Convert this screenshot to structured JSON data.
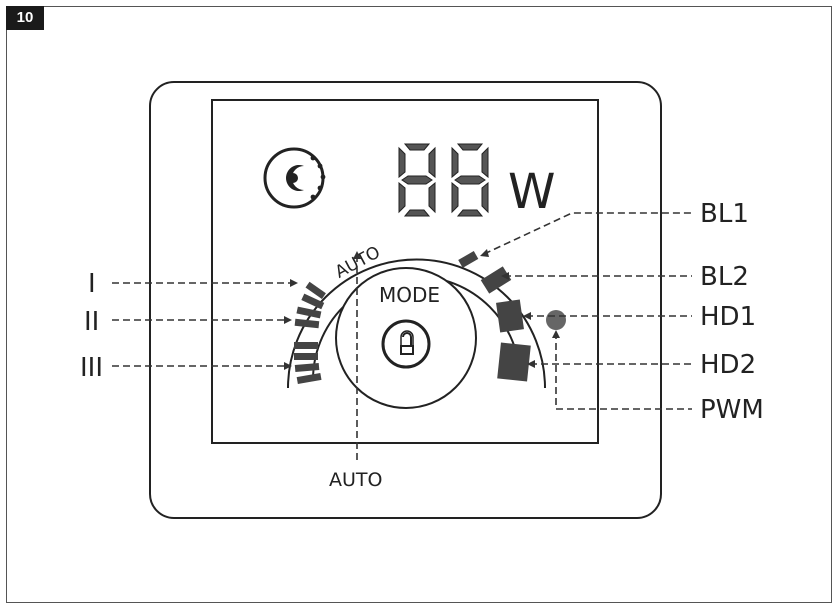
{
  "figure_number": "10",
  "display": {
    "power_digits": "88",
    "power_unit": "W",
    "mode_label": "MODE",
    "arc_label": "AUTO"
  },
  "callouts": {
    "left": [
      "I",
      "II",
      "III"
    ],
    "bottom": "AUTO",
    "right": [
      "BL1",
      "BL2",
      "HD1",
      "HD2",
      "PWM"
    ]
  },
  "icons": {
    "night": "moon-stars-icon",
    "mode_button": "touch-finger-icon",
    "pwm_indicator": "led-dot-icon"
  }
}
